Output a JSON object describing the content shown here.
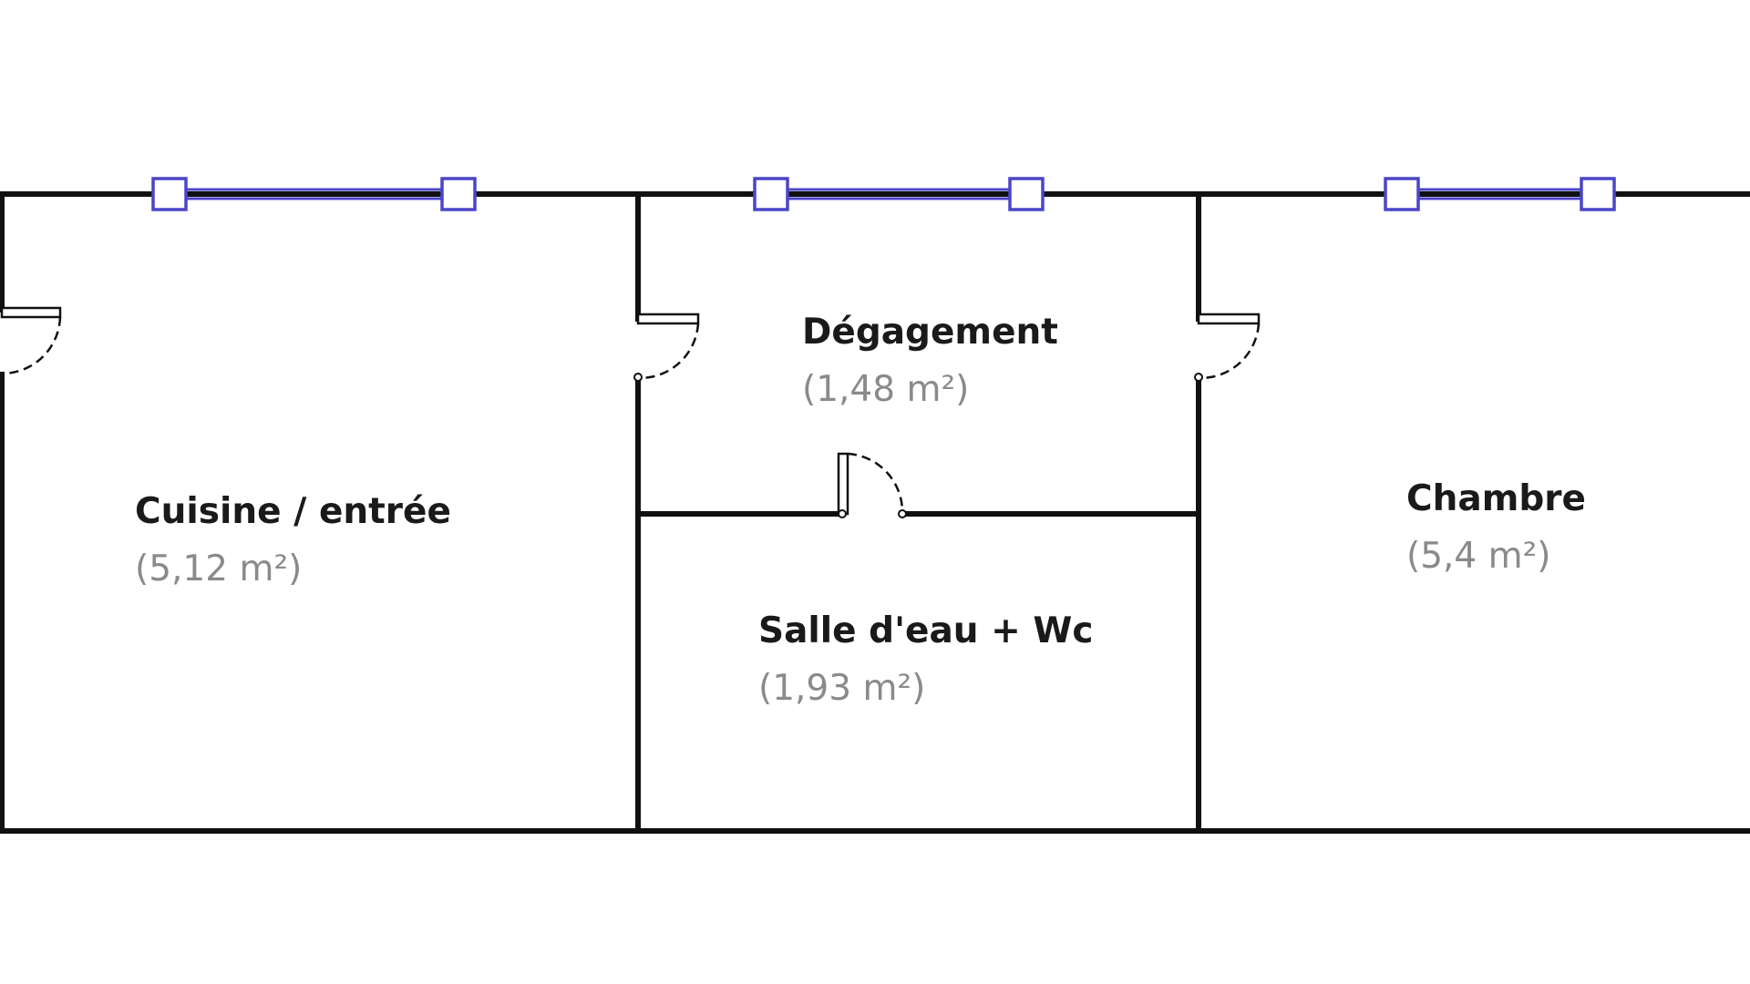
{
  "plan": {
    "rooms": [
      {
        "id": "cuisine",
        "name": "Cuisine / entrée",
        "area": "(5,12 m²)"
      },
      {
        "id": "degagement",
        "name": "Dégagement",
        "area": "(1,48 m²)"
      },
      {
        "id": "salle-eau",
        "name": "Salle d'eau + Wc",
        "area": "(1,93 m²)"
      },
      {
        "id": "chambre",
        "name": "Chambre",
        "area": "(5,4 m²)"
      }
    ],
    "colors": {
      "wall": "#111111",
      "window": "#4b45c8",
      "room_name": "#1a1a1a",
      "room_area": "#8a8a8a"
    }
  }
}
